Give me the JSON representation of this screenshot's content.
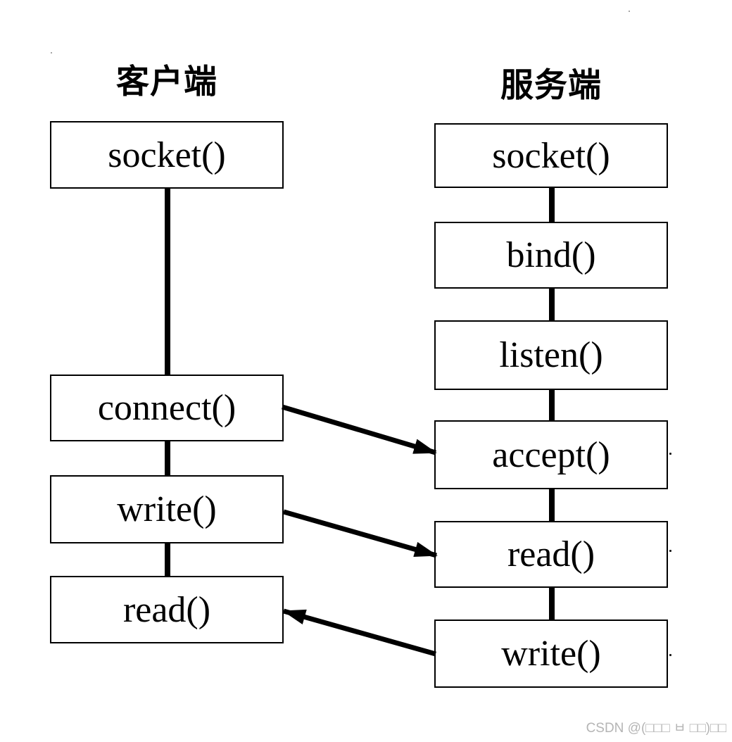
{
  "diagram": {
    "title_context": "TCP socket API call flow between client and server",
    "client": {
      "title": "客户端",
      "boxes": [
        {
          "label": "socket()"
        },
        {
          "label": "connect()"
        },
        {
          "label": "write()"
        },
        {
          "label": "read()"
        }
      ]
    },
    "server": {
      "title": "服务端",
      "boxes": [
        {
          "label": "socket()"
        },
        {
          "label": "bind()"
        },
        {
          "label": "listen()"
        },
        {
          "label": "accept()"
        },
        {
          "label": "read()"
        },
        {
          "label": "write()"
        }
      ]
    },
    "arrows": [
      {
        "from": "client connect()",
        "to": "server accept()"
      },
      {
        "from": "client write()",
        "to": "server read()"
      },
      {
        "from": "server write()",
        "to": "client read()"
      }
    ],
    "colors": {
      "line": "#000000",
      "background": "#ffffff",
      "watermark": "#b5b5b5"
    }
  },
  "watermark": {
    "text": "CSDN @(□□□ ㅂ □□)□□"
  }
}
